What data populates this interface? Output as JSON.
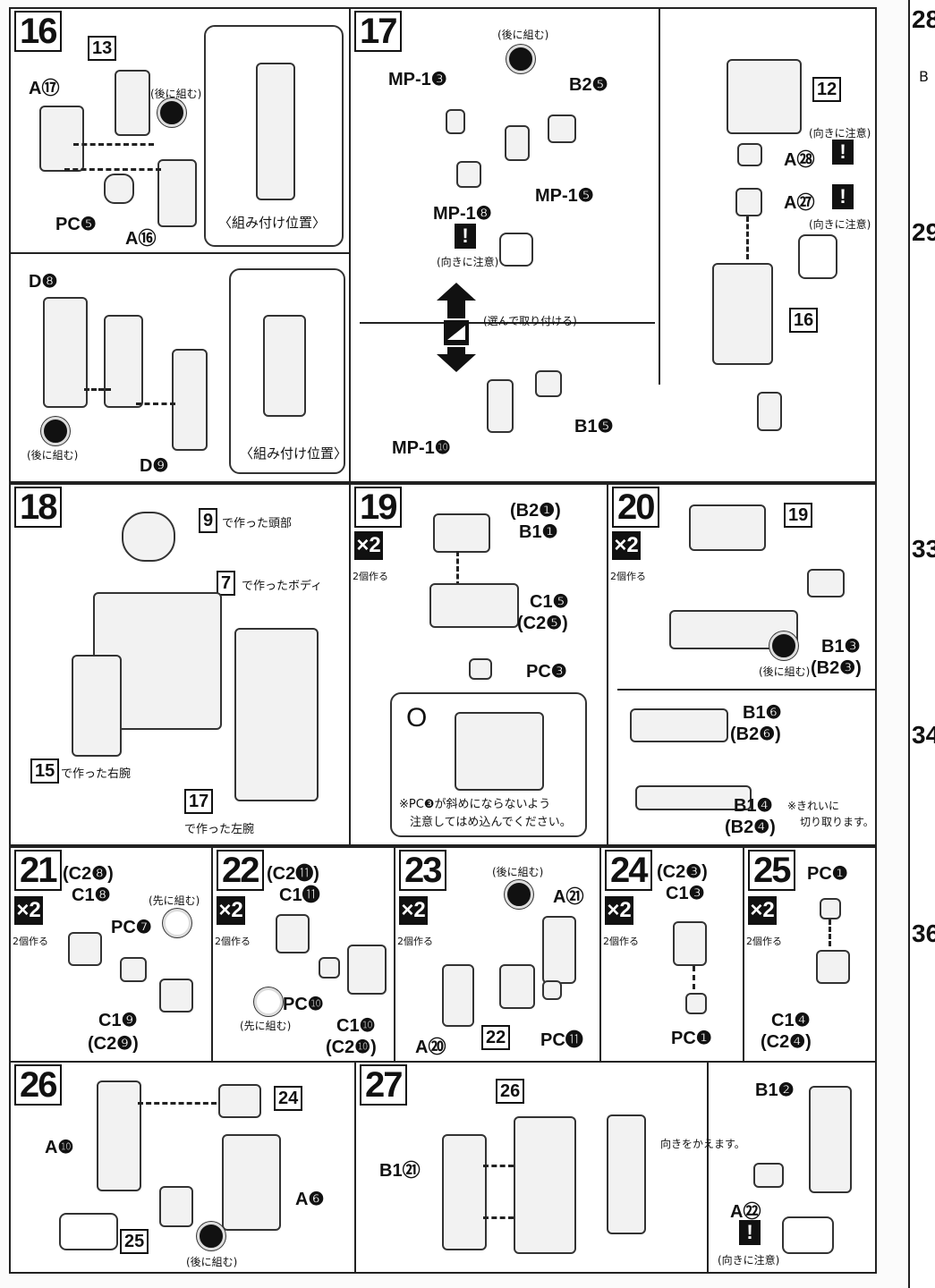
{
  "step16": {
    "num": "16",
    "ref": "13",
    "a17": "A⑰",
    "a16": "A⑯",
    "pc5": "PC❺",
    "back_assemble": "(後に組む)",
    "pos1": "〈組み付け位置〉",
    "d8": "D❽",
    "d9": "D❾",
    "back_assemble2": "(後に組む)",
    "pos2": "〈組み付け位置〉"
  },
  "step17": {
    "num": "17",
    "back": "(後に組む)",
    "mp13": "MP-1❸",
    "b25": "B2❺",
    "mp15": "MP-1❺",
    "mp18": "MP-1❽",
    "care": "(向きに注意)",
    "choose": "(選んで取り付ける)",
    "b15": "B1❺",
    "mp110": "MP-1❿",
    "ref12": "12",
    "a28": "A㉘",
    "care2": "(向きに注意)",
    "a27": "A㉗",
    "care3": "(向きに注意)",
    "ref16": "16"
  },
  "step18": {
    "num": "18",
    "ref9": "9",
    "head": "で作った頭部",
    "ref7": "7",
    "body": "で作ったボディ",
    "ref15": "15",
    "rarm": "で作った右腕",
    "ref17": "17",
    "larm": "で作った左腕"
  },
  "step19": {
    "num": "19",
    "x2": "×2",
    "make": "2個作る",
    "b21": "(B2❶)",
    "b11": "B1❶",
    "c15": "C1❺",
    "c25": "(C2❺)",
    "pc3": "PC❸",
    "ok": "O",
    "note1": "※PC❸が斜めにならないよう",
    "note2": "注意してはめ込んでください。"
  },
  "step20": {
    "num": "20",
    "x2": "×2",
    "make": "2個作る",
    "ref": "19",
    "b13": "B1❸",
    "back": "(後に組む)",
    "b23": "(B2❸)",
    "b16": "B1❻",
    "b26": "(B2❻)",
    "b14": "B1❹",
    "b24": "(B2❹)",
    "cut": "※きれいに",
    "cut2": "切り取ります。"
  },
  "step21": {
    "num": "21",
    "x2": "×2",
    "make": "2個作る",
    "c28": "(C2❽)",
    "c18": "C1❽",
    "pre": "(先に組む)",
    "pc7": "PC❼",
    "c19": "C1❾",
    "c29": "(C2❾)"
  },
  "step22": {
    "num": "22",
    "x2": "×2",
    "make": "2個作る",
    "c211": "(C2⓫)",
    "c111": "C1⓫",
    "pc10": "PC❿",
    "pre": "(先に組む)",
    "c110": "C1❿",
    "c210": "(C2❿)"
  },
  "step23": {
    "num": "23",
    "x2": "×2",
    "make": "2個作る",
    "back": "(後に組む)",
    "a21": "A㉑",
    "a20": "A⑳",
    "ref": "22",
    "pc11": "PC⓫"
  },
  "step24": {
    "num": "24",
    "x2": "×2",
    "make": "2個作る",
    "c23": "(C2❸)",
    "c13": "C1❸",
    "pc1": "PC❶"
  },
  "step25": {
    "num": "25",
    "x2": "×2",
    "make": "2個作る",
    "pc1": "PC❶",
    "c14": "C1❹",
    "c24": "(C2❹)"
  },
  "step26": {
    "num": "26",
    "ref24": "24",
    "a10": "A❿",
    "a6": "A❻",
    "ref25": "25",
    "back": "(後に組む)"
  },
  "step27": {
    "num": "27",
    "ref26": "26",
    "b12": "B1❷",
    "b121": "B1㉑",
    "turn": "向きをかえます。",
    "a22": "A㉒",
    "care": "(向きに注意)"
  },
  "edge": [
    "28",
    "29",
    "33",
    "34",
    "36"
  ],
  "edge_b": "B"
}
